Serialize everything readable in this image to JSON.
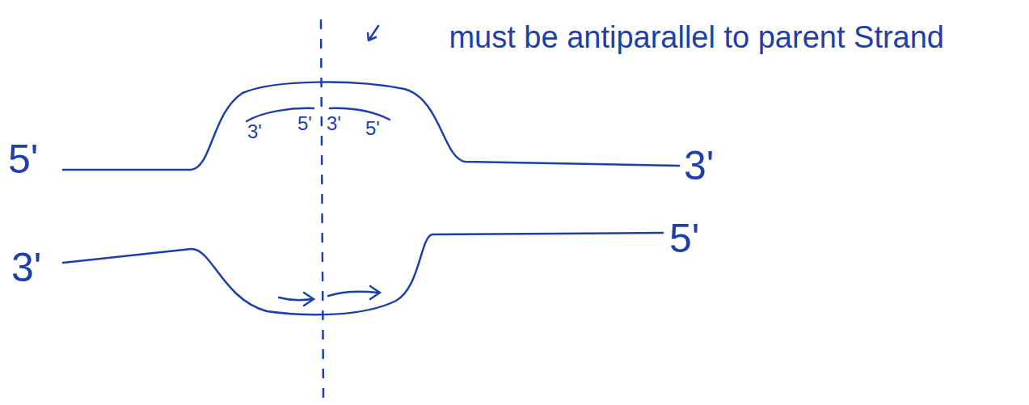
{
  "diagram": {
    "labels": [
      "must be antiparallel to parent Strand",
      "3'",
      "5'",
      "3'",
      "5'",
      "5'",
      "3'",
      "3'",
      "5'"
    ]
  }
}
